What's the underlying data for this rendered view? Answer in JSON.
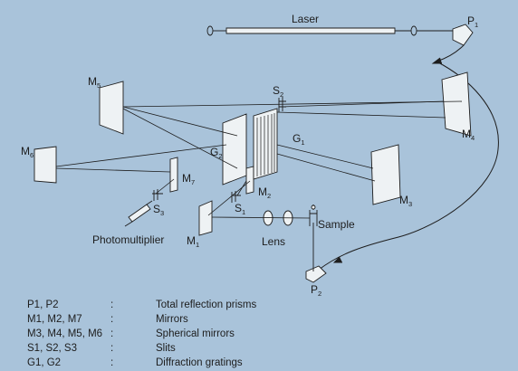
{
  "labels": {
    "laser": "Laser",
    "p1": {
      "base": "P",
      "sub": "1"
    },
    "p2": {
      "base": "P",
      "sub": "2"
    },
    "m1": {
      "base": "M",
      "sub": "1"
    },
    "m2": {
      "base": "M",
      "sub": "2"
    },
    "m3": {
      "base": "M",
      "sub": "3"
    },
    "m4": {
      "base": "M",
      "sub": "4"
    },
    "m5": {
      "base": "M",
      "sub": "5"
    },
    "m6": {
      "base": "M",
      "sub": "6"
    },
    "m7": {
      "base": "M",
      "sub": "7"
    },
    "s1": {
      "base": "S",
      "sub": "1"
    },
    "s2": {
      "base": "S",
      "sub": "2"
    },
    "s3": {
      "base": "S",
      "sub": "3"
    },
    "g1": {
      "base": "G",
      "sub": "1"
    },
    "g2": {
      "base": "G",
      "sub": "2"
    },
    "lens": "Lens",
    "sample": "Sample",
    "photomultiplier": "Photomultiplier"
  },
  "legend": [
    {
      "key": "P1, P2",
      "sep": ":",
      "value": "Total reflection prisms"
    },
    {
      "key": "M1, M2, M7",
      "sep": ":",
      "value": "Mirrors"
    },
    {
      "key": "M3, M4, M5, M6",
      "sep": ":",
      "value": "Spherical mirrors"
    },
    {
      "key": "S1, S2, S3",
      "sep": ":",
      "value": "Slits"
    },
    {
      "key": "G1, G2",
      "sep": ":",
      "value": "Diffraction gratings"
    }
  ],
  "colors": {
    "background": "#a9c3da",
    "ink": "#1d1d1d",
    "mirror_face": "#eef2f4"
  }
}
